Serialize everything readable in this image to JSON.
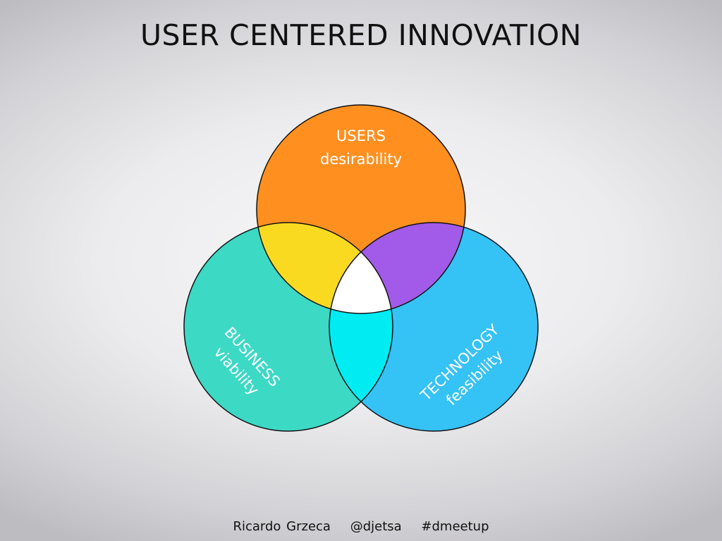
{
  "slide": {
    "title": "USER CENTERED INNOVATION"
  },
  "venn": {
    "users": {
      "heading": "USERS",
      "subheading": "desirability",
      "color": "#ff9020"
    },
    "business": {
      "heading": "BUSINESS",
      "subheading": "viability",
      "color": "#3cd9c5"
    },
    "technology": {
      "heading": "TECHNOLOGY",
      "subheading": "feasibility",
      "color": "#35c2f5"
    },
    "overlaps": {
      "users_business": "#fada21",
      "users_technology": "#a25ae8",
      "business_technology": "#00ecf3",
      "all_three": "#ffffff"
    }
  },
  "footer": {
    "author": "Ricardo Grzeca",
    "handle": "@djetsa",
    "hashtag": "#dmeetup"
  }
}
